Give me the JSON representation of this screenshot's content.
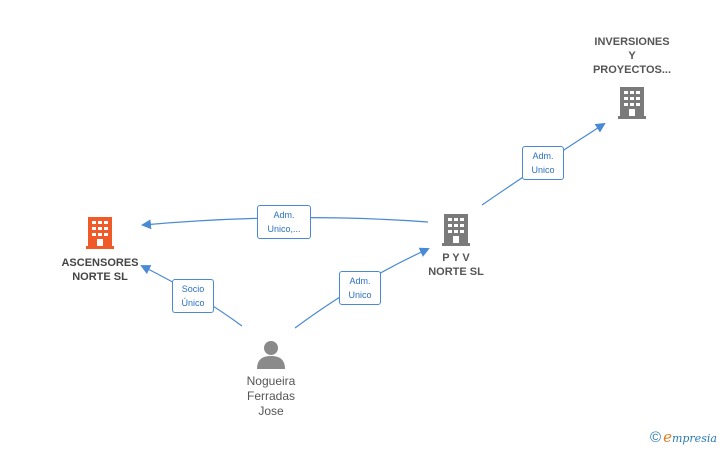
{
  "colors": {
    "edge": "#4a8ad4",
    "building_gray": "#7a7a7a",
    "building_focus": "#f05a28",
    "person": "#8a8a8a"
  },
  "nodes": {
    "inversiones": {
      "label": "INVERSIONES\nY\nPROYECTOS...",
      "icon": "building-icon"
    },
    "pyv": {
      "label": "P Y V\nNORTE SL",
      "icon": "building-icon"
    },
    "ascensores": {
      "label": "ASCENSORES\nNORTE SL",
      "icon": "building-icon"
    },
    "person": {
      "label": "Nogueira\nFerradas\nJose",
      "icon": "person-icon"
    }
  },
  "edges": {
    "pyv_inversiones": "Adm.\nUnico",
    "pyv_ascensores": "Adm.\nUnico,...",
    "person_pyv": "Adm.\nUnico",
    "person_ascensores": "Socio\nÚnico"
  },
  "footer": {
    "copyright": "©",
    "brand_first": "e",
    "brand_rest": "mpresia"
  }
}
